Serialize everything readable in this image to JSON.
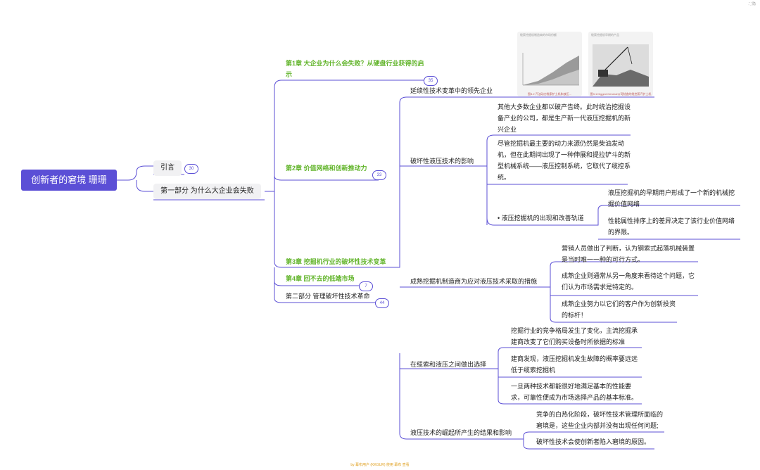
{
  "corner": "⛶ 隐",
  "root": "创新者的窘境 珊珊",
  "level1": [
    {
      "label": "引言",
      "badge": "30"
    },
    {
      "label": "第一部分 为什么大企业会失败"
    }
  ],
  "chapters": [
    {
      "label": "第1章 大企业为什么会失败？从硬盘行业获得的启示",
      "badge": "35"
    },
    {
      "label": "第2章 价值网络和创新推动力",
      "badge": "33"
    },
    {
      "label": "第3章 挖掘机行业的破坏性技术变革"
    },
    {
      "label": "第4章 回不去的低端市场",
      "badge": "7"
    },
    {
      "label": "第二部分 管理破坏性技术革命",
      "badge": "44"
    }
  ],
  "topics": [
    "延续性技术变革中的领先企业",
    "破坏性液压技术的影响",
    "成熟挖掘机制造商为应对液压技术采取的措施",
    "在缆索和液压之间做出选择",
    "液压技术的崛起所产生的结果和影响"
  ],
  "impact": {
    "n1": "其他大多数企业都以破产告终。此时统治挖掘设备产业的公司，都是生产新一代液压挖掘机的新兴企业",
    "n2": "尽管挖掘机最主要的动力来源仍然是柴油发动机，但在此期间出现了一种伸展和提拉铲斗的新型机械系统——液压控制系统，它取代了缆控系统。",
    "n3": "• 液压挖掘机的出现和改善轨道",
    "n3a": "液压挖掘机的早期用户形成了一个新的机械挖掘价值网络",
    "n3b": "性能属性排序上的差异决定了该行业价值网络的界限。"
  },
  "measures": [
    "营销人员做出了判断，认为钢索式起落机械装置是当时唯一一种的可行方式。",
    "成熟企业则通常从另一角度来看待这个问题，它们认为市场需求是特定的。",
    "成熟企业努力以它们的客户作为创新投资的标杆！"
  ],
  "choice": [
    "挖掘行业的竞争格局发生了变化，主流挖掘承建商改变了它们购买设备时所依据的标准",
    "建商发现，液压挖掘机发生故障的概率要远远低于缆索挖掘机",
    "一旦两种技术都能很好地满足基本的性能要求，可靠性便成为市场选择产品的基本标准。"
  ],
  "results": [
    "竞争的白热化阶段，破坏性技术管理所面临的窘境是，这些企业内部并没有出现任何问题;",
    "破坏性技术会使创新者陷入窘境的原因。"
  ],
  "thumbs": [
    {
      "caption": "缆索挖掘机制造商的市场份额",
      "foot": "图3.2 汽油动力缆索铲土机和液压..."
    },
    {
      "caption": "缆索挖掘机早期的产品",
      "foot": "图3.1 Digged General公司制造的缆控蒸汽铲土机"
    }
  ],
  "footer": "by 幕布用户 (KKGUR) 使用 幕布 查看",
  "colors": {
    "accent": "#5b4fd6",
    "chapter": "#63b52c"
  }
}
